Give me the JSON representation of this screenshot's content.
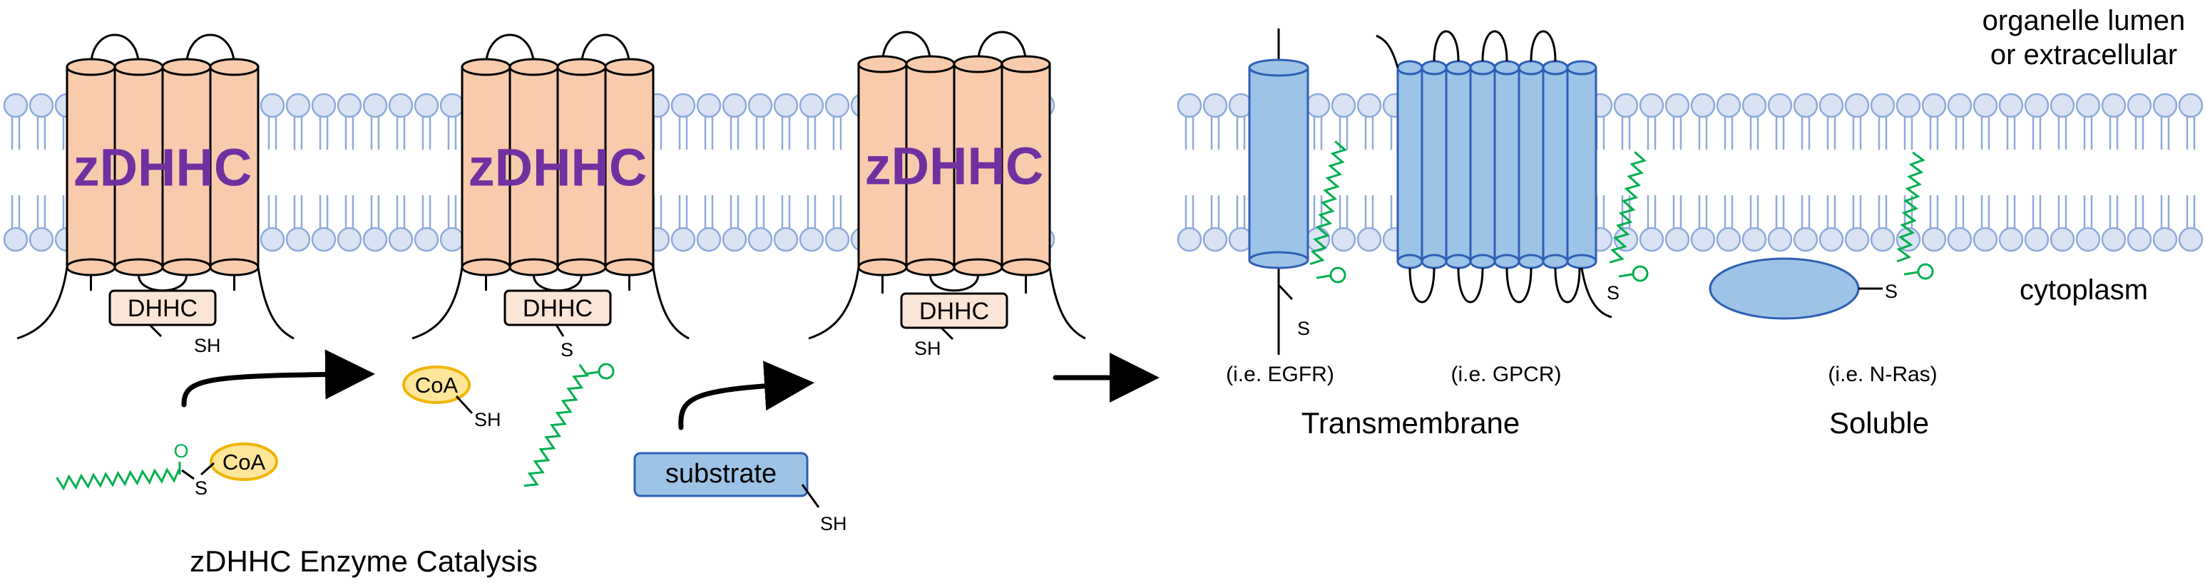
{
  "labels": {
    "zdhhc": "zDHHC",
    "dhhc": "DHHC",
    "sh": "SH",
    "s": "S",
    "o": "O",
    "coa": "CoA",
    "substrate": "substrate",
    "catalysis_title": "zDHHC Enzyme Catalysis",
    "lumen_line1": "organelle lumen",
    "lumen_line2": "or extracellular",
    "cytoplasm": "cytoplasm",
    "egfr": "(i.e. EGFR)",
    "gpcr": "(i.e. GPCR)",
    "nras": "(i.e. N-Ras)",
    "transmembrane": "Transmembrane",
    "soluble": "Soluble"
  },
  "colors": {
    "enzyme_fill": "#f8cbad",
    "enzyme_text": "#7030a0",
    "dhhc_box": "#fbe5d6",
    "lipid_head": "#dae3f3",
    "lipid_head_stroke": "#8faadc",
    "lipid_tail": "#8faadc",
    "protein_fill": "#9dc3e6",
    "protein_stroke": "#2e5fb5",
    "fatty_acid": "#00b050",
    "coa_fill": "#ffe699",
    "coa_stroke": "#f0b400",
    "arrow": "#000000"
  }
}
